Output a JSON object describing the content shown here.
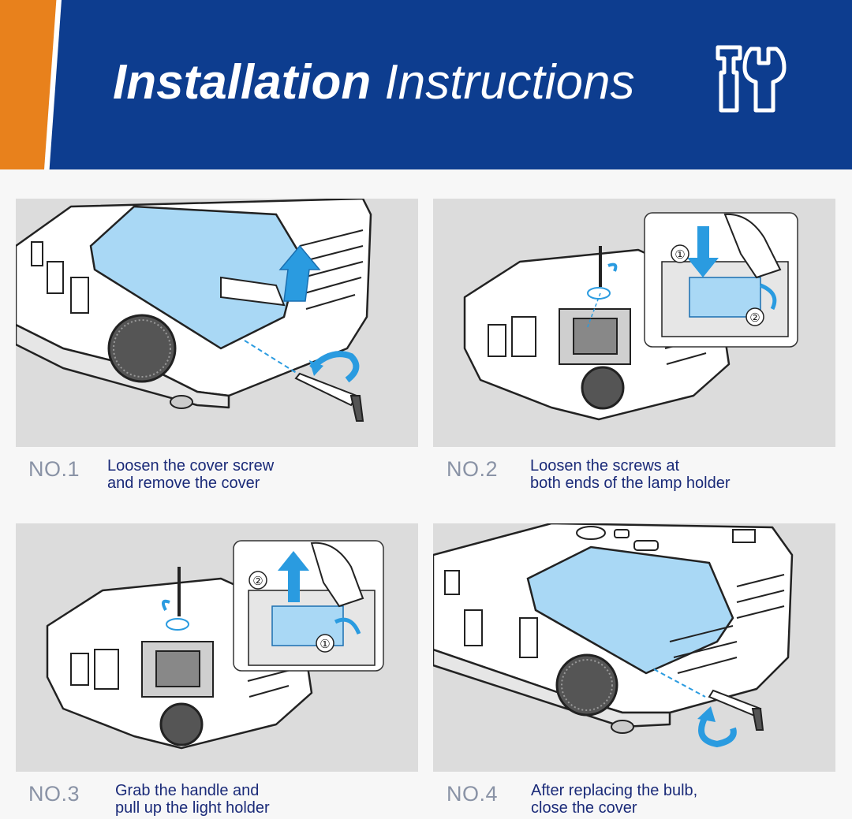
{
  "header": {
    "title_bold": "Installation",
    "title_light": "Instructions"
  },
  "steps": [
    {
      "number": "NO.1",
      "line1": "Loosen the cover screw",
      "line2": "and remove the cover"
    },
    {
      "number": "NO.2",
      "line1": "Loosen the screws at",
      "line2": "both ends of the lamp holder"
    },
    {
      "number": "NO.3",
      "line1": "Grab the handle and",
      "line2": "pull up the light holder"
    },
    {
      "number": "NO.4",
      "line1": "After replacing the bulb,",
      "line2": "close the cover"
    }
  ],
  "callouts": {
    "step2_label1": "①",
    "step2_label2": "②",
    "step3_label1": "①",
    "step3_label2": "②"
  },
  "colors": {
    "header_blue": "#0d3d8f",
    "accent_orange": "#e8811c",
    "cover_blue": "#a9d8f5",
    "arrow_blue": "#2a9be0",
    "step_text": "#1a2a78",
    "step_number": "#8a93a6"
  },
  "icons": [
    "screwdriver-wrench-icon"
  ]
}
